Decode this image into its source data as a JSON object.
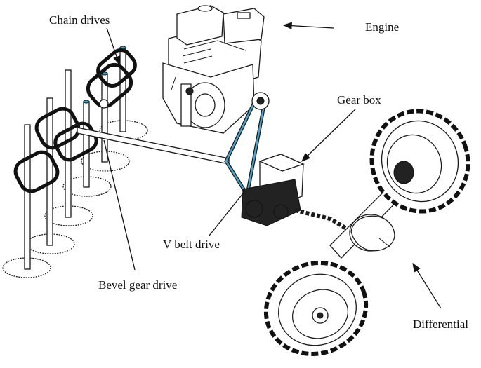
{
  "labels": {
    "chain_drives": "Chain drives",
    "engine": "Engine",
    "gear_box": "Gear box",
    "v_belt_drive": "V belt drive",
    "bevel_gear_drive": "Bevel gear drive",
    "differential": "Differential"
  },
  "colors": {
    "line": "#1a1a1a",
    "belt": "#4aa3c8",
    "background": "#ffffff"
  }
}
